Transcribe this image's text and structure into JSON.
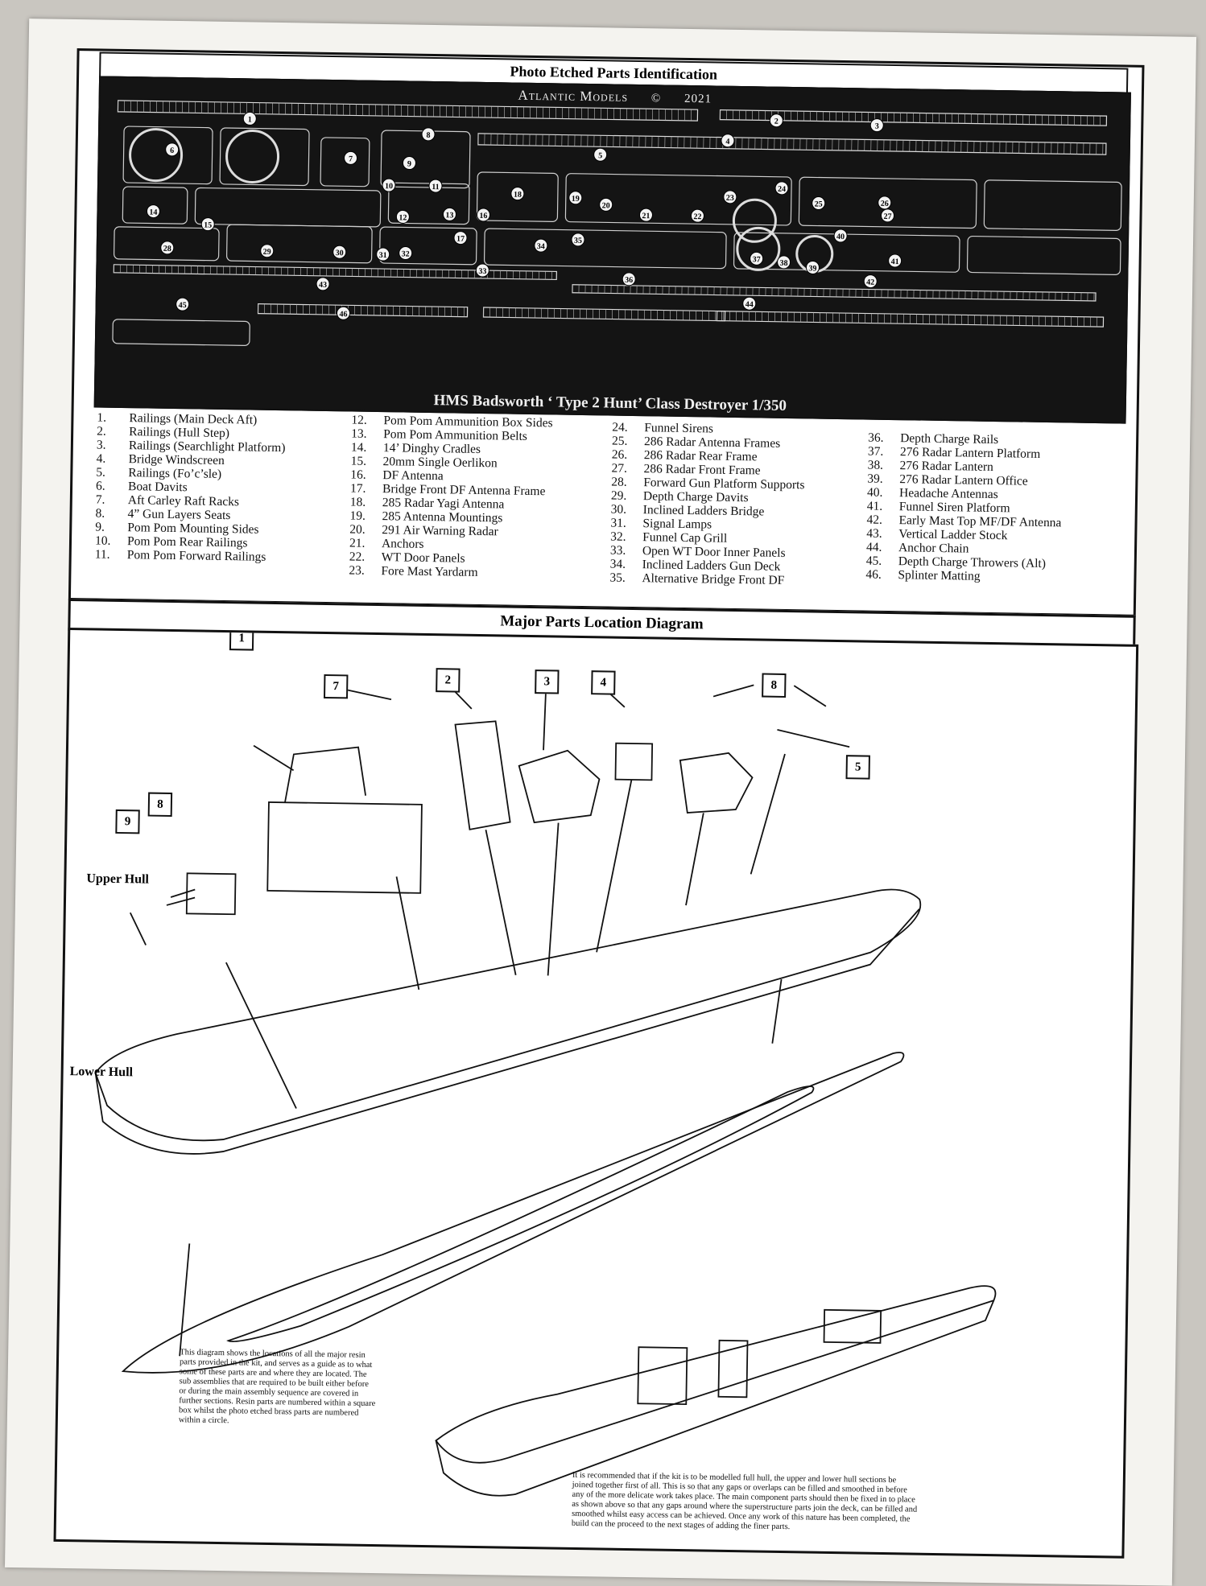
{
  "header": {
    "title": "Photo Etched Parts Identification"
  },
  "fret": {
    "brand": "Atlantic Models",
    "copyright": "©",
    "year": "2021",
    "caption": "HMS Badsworth ‘ Type 2 Hunt’ Class Destroyer 1/350",
    "callouts": [
      "1",
      "2",
      "3",
      "4",
      "5",
      "6",
      "7",
      "8",
      "9",
      "10",
      "11",
      "12",
      "13",
      "14",
      "15",
      "16",
      "17",
      "18",
      "19",
      "20",
      "21",
      "22",
      "23",
      "24",
      "25",
      "26",
      "27",
      "28",
      "29",
      "30",
      "31",
      "32",
      "33",
      "34",
      "35",
      "36",
      "37",
      "38",
      "39",
      "40",
      "41",
      "42",
      "43",
      "44",
      "45",
      "46"
    ]
  },
  "parts_list": {
    "col1": [
      {
        "n": "1.",
        "t": "Railings (Main Deck Aft)"
      },
      {
        "n": "2.",
        "t": "Railings (Hull Step)"
      },
      {
        "n": "3.",
        "t": "Railings (Searchlight Platform)"
      },
      {
        "n": "4.",
        "t": "Bridge Windscreen"
      },
      {
        "n": "5.",
        "t": "Railings (Fo’c’sle)"
      },
      {
        "n": "6.",
        "t": "Boat Davits"
      },
      {
        "n": "7.",
        "t": "Aft Carley Raft Racks"
      },
      {
        "n": "8.",
        "t": "4” Gun Layers Seats"
      },
      {
        "n": "9.",
        "t": "Pom Pom Mounting Sides"
      },
      {
        "n": "10.",
        "t": "Pom Pom Rear Railings"
      },
      {
        "n": "11.",
        "t": "Pom Pom Forward Railings"
      }
    ],
    "col2": [
      {
        "n": "12.",
        "t": "Pom Pom Ammunition Box Sides"
      },
      {
        "n": "13.",
        "t": "Pom Pom Ammunition Belts"
      },
      {
        "n": "14.",
        "t": "14’ Dinghy Cradles"
      },
      {
        "n": "15.",
        "t": "20mm Single Oerlikon"
      },
      {
        "n": "16.",
        "t": "DF Antenna"
      },
      {
        "n": "17.",
        "t": "Bridge Front  DF Antenna Frame"
      },
      {
        "n": "18.",
        "t": "285 Radar Yagi Antenna"
      },
      {
        "n": "19.",
        "t": "285 Antenna Mountings"
      },
      {
        "n": "20.",
        "t": "291 Air Warning Radar"
      },
      {
        "n": "21.",
        "t": "Anchors"
      },
      {
        "n": "22.",
        "t": "WT Door Panels"
      },
      {
        "n": "23.",
        "t": "Fore Mast Yardarm"
      }
    ],
    "col3": [
      {
        "n": "24.",
        "t": "Funnel Sirens"
      },
      {
        "n": "25.",
        "t": "286 Radar Antenna Frames"
      },
      {
        "n": "26.",
        "t": "286 Radar Rear Frame"
      },
      {
        "n": "27.",
        "t": "286 Radar Front Frame"
      },
      {
        "n": "28.",
        "t": "Forward Gun Platform Supports"
      },
      {
        "n": "29.",
        "t": "Depth Charge Davits"
      },
      {
        "n": "30.",
        "t": "Inclined Ladders Bridge"
      },
      {
        "n": "31.",
        "t": "Signal Lamps"
      },
      {
        "n": "32.",
        "t": "Funnel Cap Grill"
      },
      {
        "n": "33.",
        "t": "Open WT Door Inner Panels"
      },
      {
        "n": "34.",
        "t": "Inclined Ladders Gun Deck"
      },
      {
        "n": "35.",
        "t": "Alternative Bridge Front DF"
      }
    ],
    "col4": [
      {
        "n": "36.",
        "t": "Depth Charge Rails"
      },
      {
        "n": "37.",
        "t": "276 Radar Lantern Platform"
      },
      {
        "n": "38.",
        "t": "276 Radar Lantern"
      },
      {
        "n": "39.",
        "t": "276 Radar Lantern Office"
      },
      {
        "n": "40.",
        "t": "Headache Antennas"
      },
      {
        "n": "41.",
        "t": "Funnel Siren Platform"
      },
      {
        "n": "42.",
        "t": "Early Mast Top MF/DF Antenna"
      },
      {
        "n": "43.",
        "t": "Vertical Ladder Stock"
      },
      {
        "n": "44.",
        "t": "Anchor Chain"
      },
      {
        "n": "45.",
        "t": "Depth Charge Throwers (Alt)"
      },
      {
        "n": "46.",
        "t": "Splinter Matting"
      }
    ]
  },
  "diagram": {
    "title": "Major Parts Location Diagram",
    "upper_hull": "Upper Hull",
    "lower_hull": "Lower Hull",
    "labels": [
      "1",
      "2",
      "3",
      "4",
      "5",
      "7",
      "8",
      "8",
      "9"
    ],
    "note_left": "This diagram shows the locations of all the major resin parts provided in the kit, and serves as a guide as to what some of these parts are and where they are located. The sub assemblies that are required to be built either before or during the main assembly sequence are covered in further sections. Resin parts are numbered within a square box whilst the photo etched brass parts are numbered within a circle.",
    "note_right": "It is recommended that if the kit is to be modelled full hull, the upper and lower hull sections be joined together first of all. This is so that any gaps or overlaps can be filled and smoothed in before any of the more delicate work takes place. The main component parts should then be fixed in to place as shown above so that any gaps around where the superstructure parts join the deck, can be filled and smoothed whilst easy access can be achieved. Once any work of this nature has been completed, the build can the proceed to the next stages of adding the finer parts."
  }
}
